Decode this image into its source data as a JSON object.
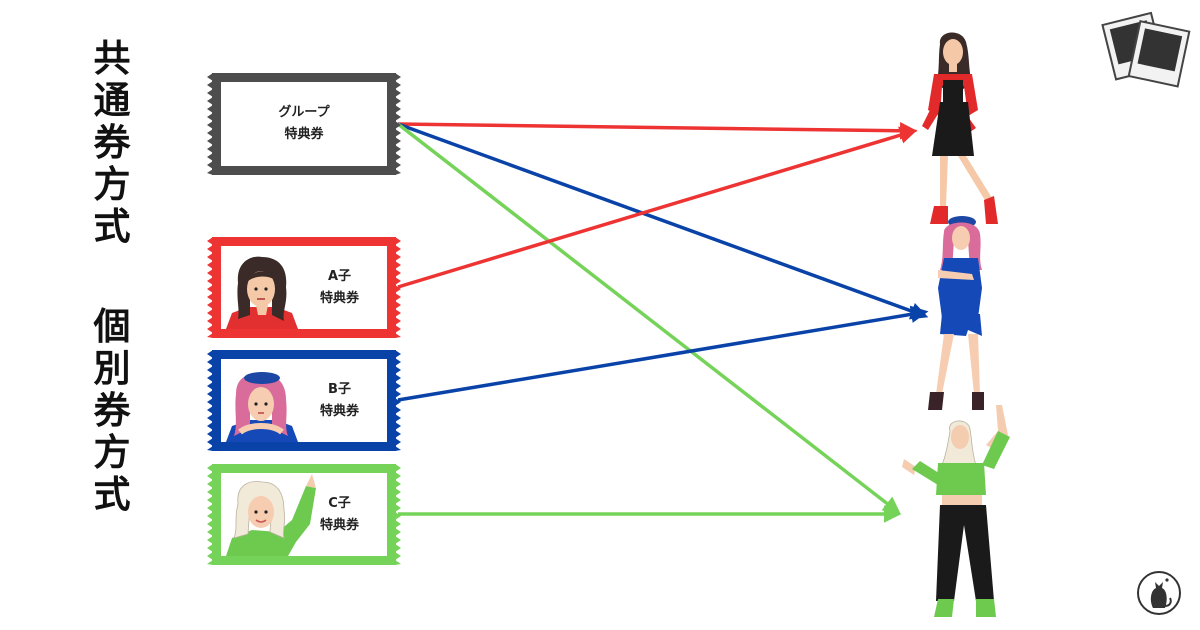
{
  "labels": {
    "common": [
      "共",
      "通",
      "券",
      "方",
      "式"
    ],
    "individual": [
      "個",
      "別",
      "券",
      "方",
      "式"
    ]
  },
  "tickets": {
    "group": {
      "line1": "グループ",
      "line2": "特典券"
    },
    "a": {
      "line1": "A子",
      "line2": "特典券"
    },
    "b": {
      "line1": "B子",
      "line2": "特典券"
    },
    "c": {
      "line1": "C子",
      "line2": "特典券"
    }
  },
  "colors": {
    "group": "#4d4d4d",
    "a": "#ee3333",
    "b": "#0a43a8",
    "c": "#76d35a"
  },
  "connections": [
    {
      "from": "group",
      "to": "a"
    },
    {
      "from": "group",
      "to": "b"
    },
    {
      "from": "group",
      "to": "c"
    },
    {
      "from": "a",
      "to": "a"
    },
    {
      "from": "b",
      "to": "b"
    },
    {
      "from": "c",
      "to": "c"
    }
  ],
  "icons": {
    "corner": "photo-prints-icon",
    "badge": "cat-logo-icon"
  }
}
